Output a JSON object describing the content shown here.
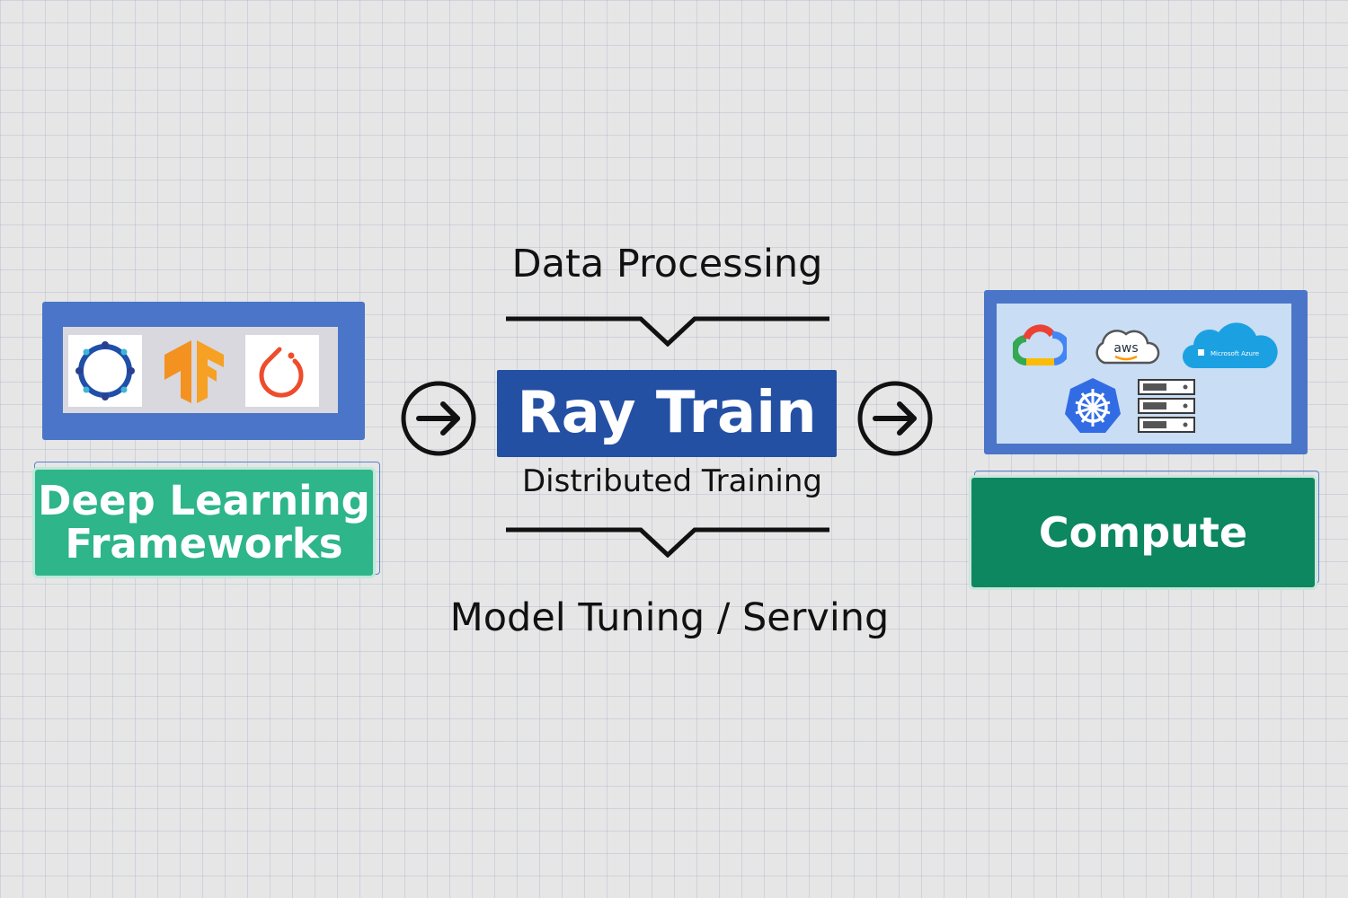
{
  "frameworks": {
    "label_line1": "Deep Learning",
    "label_line2": "Frameworks",
    "logos": [
      "horovod-logo-icon",
      "tensorflow-logo-icon",
      "pytorch-logo-icon"
    ]
  },
  "center": {
    "top_label": "Data Processing",
    "title": "Ray Train",
    "subtitle": "Distributed Training",
    "bottom_label": "Model Tuning / Serving"
  },
  "compute": {
    "label": "Compute",
    "logos": [
      "google-cloud-icon",
      "aws-icon",
      "microsoft-azure-icon",
      "kubernetes-icon",
      "server-rack-icon"
    ],
    "aws_text": "aws",
    "azure_text": "Microsoft Azure"
  },
  "colors": {
    "frame_blue": "#4a75c8",
    "ray_blue": "#2450a4",
    "frameworks_green": "#2eb58a",
    "compute_green": "#0c8760"
  }
}
